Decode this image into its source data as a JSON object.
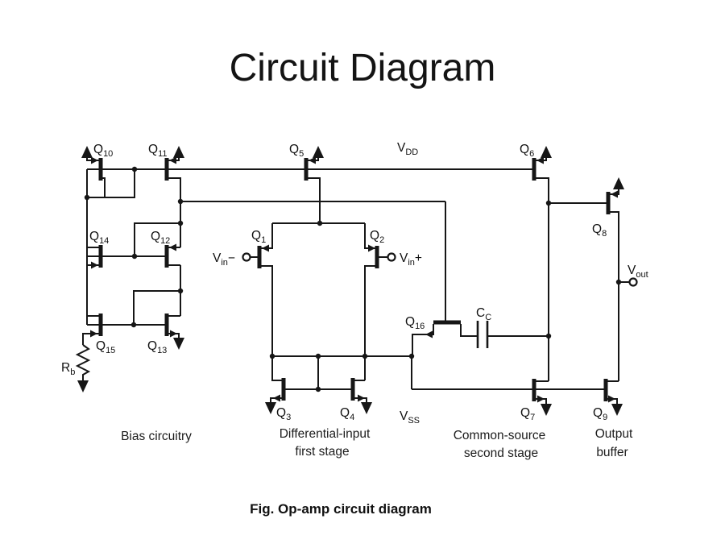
{
  "slide": {
    "title": "Circuit Diagram",
    "caption": "Fig. Op-amp circuit diagram"
  },
  "labels": {
    "q10": {
      "main": "Q",
      "sub": "10"
    },
    "q11": {
      "main": "Q",
      "sub": "11"
    },
    "q5": {
      "main": "Q",
      "sub": "5"
    },
    "vdd": {
      "main": "V",
      "sub": "DD"
    },
    "q6": {
      "main": "Q",
      "sub": "6"
    },
    "q8": {
      "main": "Q",
      "sub": "8"
    },
    "q14": {
      "main": "Q",
      "sub": "14"
    },
    "q12": {
      "main": "Q",
      "sub": "12"
    },
    "q1": {
      "main": "Q",
      "sub": "1"
    },
    "q2": {
      "main": "Q",
      "sub": "2"
    },
    "vin_minus": {
      "main": "V",
      "sub": "in",
      "suffix": "−"
    },
    "vin_plus": {
      "main": "V",
      "sub": "in",
      "suffix": "+"
    },
    "vout": {
      "main": "V",
      "sub": "out"
    },
    "q16": {
      "main": "Q",
      "sub": "16"
    },
    "cc": {
      "main": "C",
      "sub": "C"
    },
    "q15": {
      "main": "Q",
      "sub": "15"
    },
    "q13": {
      "main": "Q",
      "sub": "13"
    },
    "rb": {
      "main": "R",
      "sub": "b"
    },
    "q3": {
      "main": "Q",
      "sub": "3"
    },
    "q4": {
      "main": "Q",
      "sub": "4"
    },
    "vss": {
      "main": "V",
      "sub": "SS"
    },
    "q7": {
      "main": "Q",
      "sub": "7"
    },
    "q9": {
      "main": "Q",
      "sub": "9"
    }
  },
  "sections": [
    {
      "line1": "Bias circuitry",
      "line2": ""
    },
    {
      "line1": "Differential-input",
      "line2": "first stage"
    },
    {
      "line1": "Common-source",
      "line2": "second stage"
    },
    {
      "line1": "Output",
      "line2": "buffer"
    }
  ]
}
